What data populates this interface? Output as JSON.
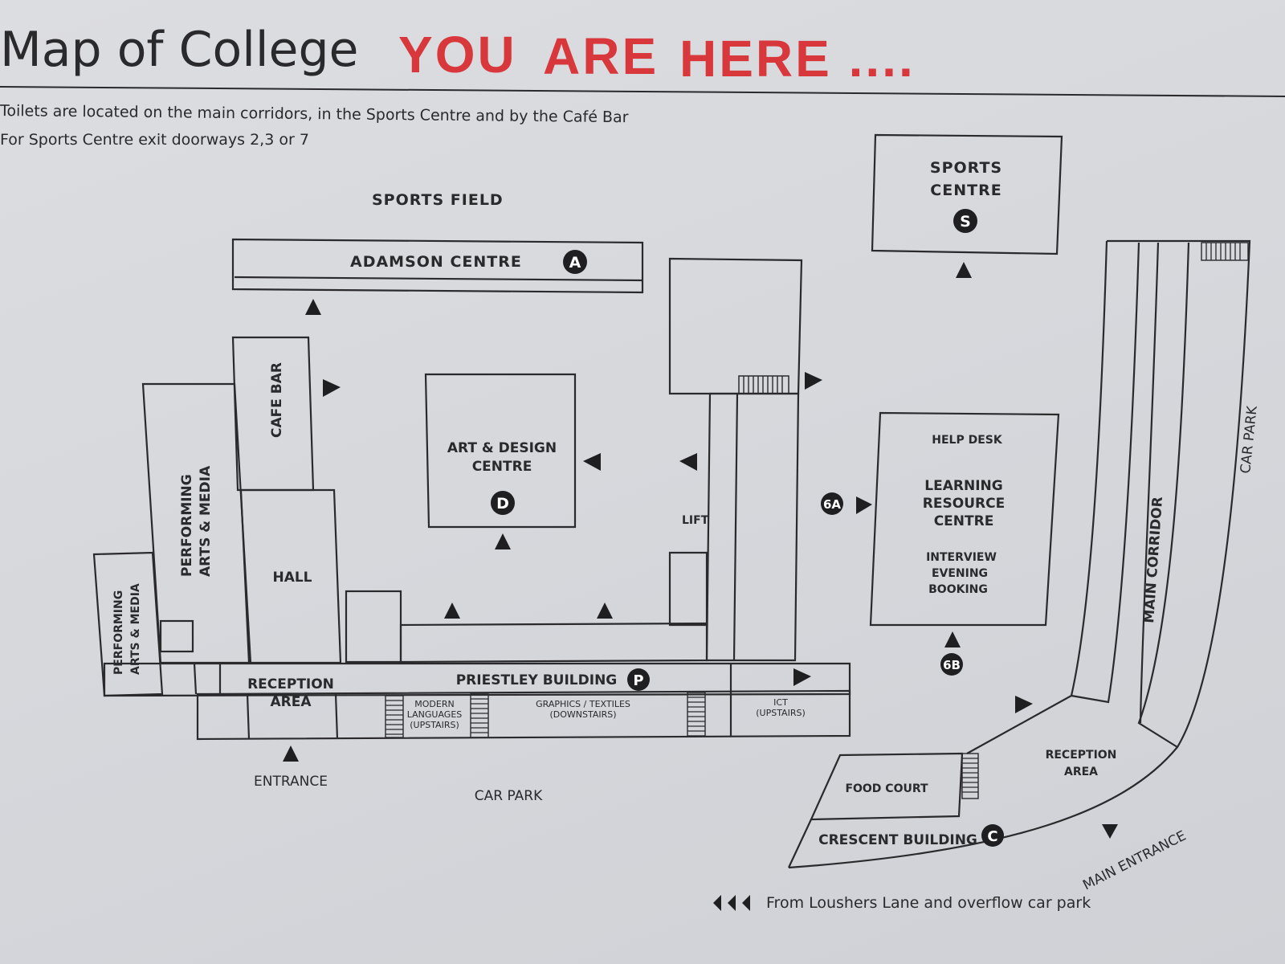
{
  "title": "Map of College",
  "here_words": [
    "YOU",
    "ARE",
    "HERE ...."
  ],
  "notes": [
    "Toilets are located on the main corridors, in the Sports Centre and by the Café Bar",
    "For Sports Centre exit doorways 2,3 or 7"
  ],
  "labels": {
    "sports_field": "SPORTS FIELD",
    "adamson_centre": "ADAMSON CENTRE",
    "sports_centre": [
      "SPORTS",
      "CENTRE"
    ],
    "cafe_bar": "CAFE BAR",
    "performing_arts_1": [
      "PERFORMING",
      "ARTS & MEDIA"
    ],
    "performing_arts_2": [
      "PERFORMING",
      "ARTS & MEDIA"
    ],
    "hall": "HALL",
    "art_design": [
      "ART & DESIGN",
      "CENTRE"
    ],
    "lift": "LIFT",
    "help_desk": "HELP DESK",
    "lrc": [
      "LEARNING",
      "RESOURCE",
      "CENTRE"
    ],
    "interview": [
      "INTERVIEW",
      "EVENING",
      "BOOKING"
    ],
    "main_corridor": "MAIN CORRIDOR",
    "car_park_right": "CAR PARK",
    "reception_left": [
      "RECEPTION",
      "AREA"
    ],
    "priestley": "PRIESTLEY BUILDING",
    "modern_languages": [
      "MODERN",
      "LANGUAGES",
      "(UPSTAIRS)"
    ],
    "graphics": [
      "GRAPHICS / TEXTILES",
      "(DOWNSTAIRS)"
    ],
    "ict": [
      "ICT",
      "(UPSTAIRS)"
    ],
    "entrance": "ENTRANCE",
    "car_park_bottom": "CAR PARK",
    "food_court": "FOOD COURT",
    "reception_right": [
      "RECEPTION",
      "AREA"
    ],
    "crescent": "CRESCENT BUILDING",
    "main_entrance": "MAIN ENTRANCE",
    "loushers": "From Loushers Lane and overflow car park"
  },
  "badges": {
    "adamson": "A",
    "sports": "S",
    "art": "D",
    "priestley": "P",
    "crescent": "C",
    "door_6a": "6A",
    "door_6b": "6B"
  },
  "colors": {
    "highlight_red": "#d8383c",
    "ink": "#2a2a2d",
    "board": "#d8d9dd"
  }
}
